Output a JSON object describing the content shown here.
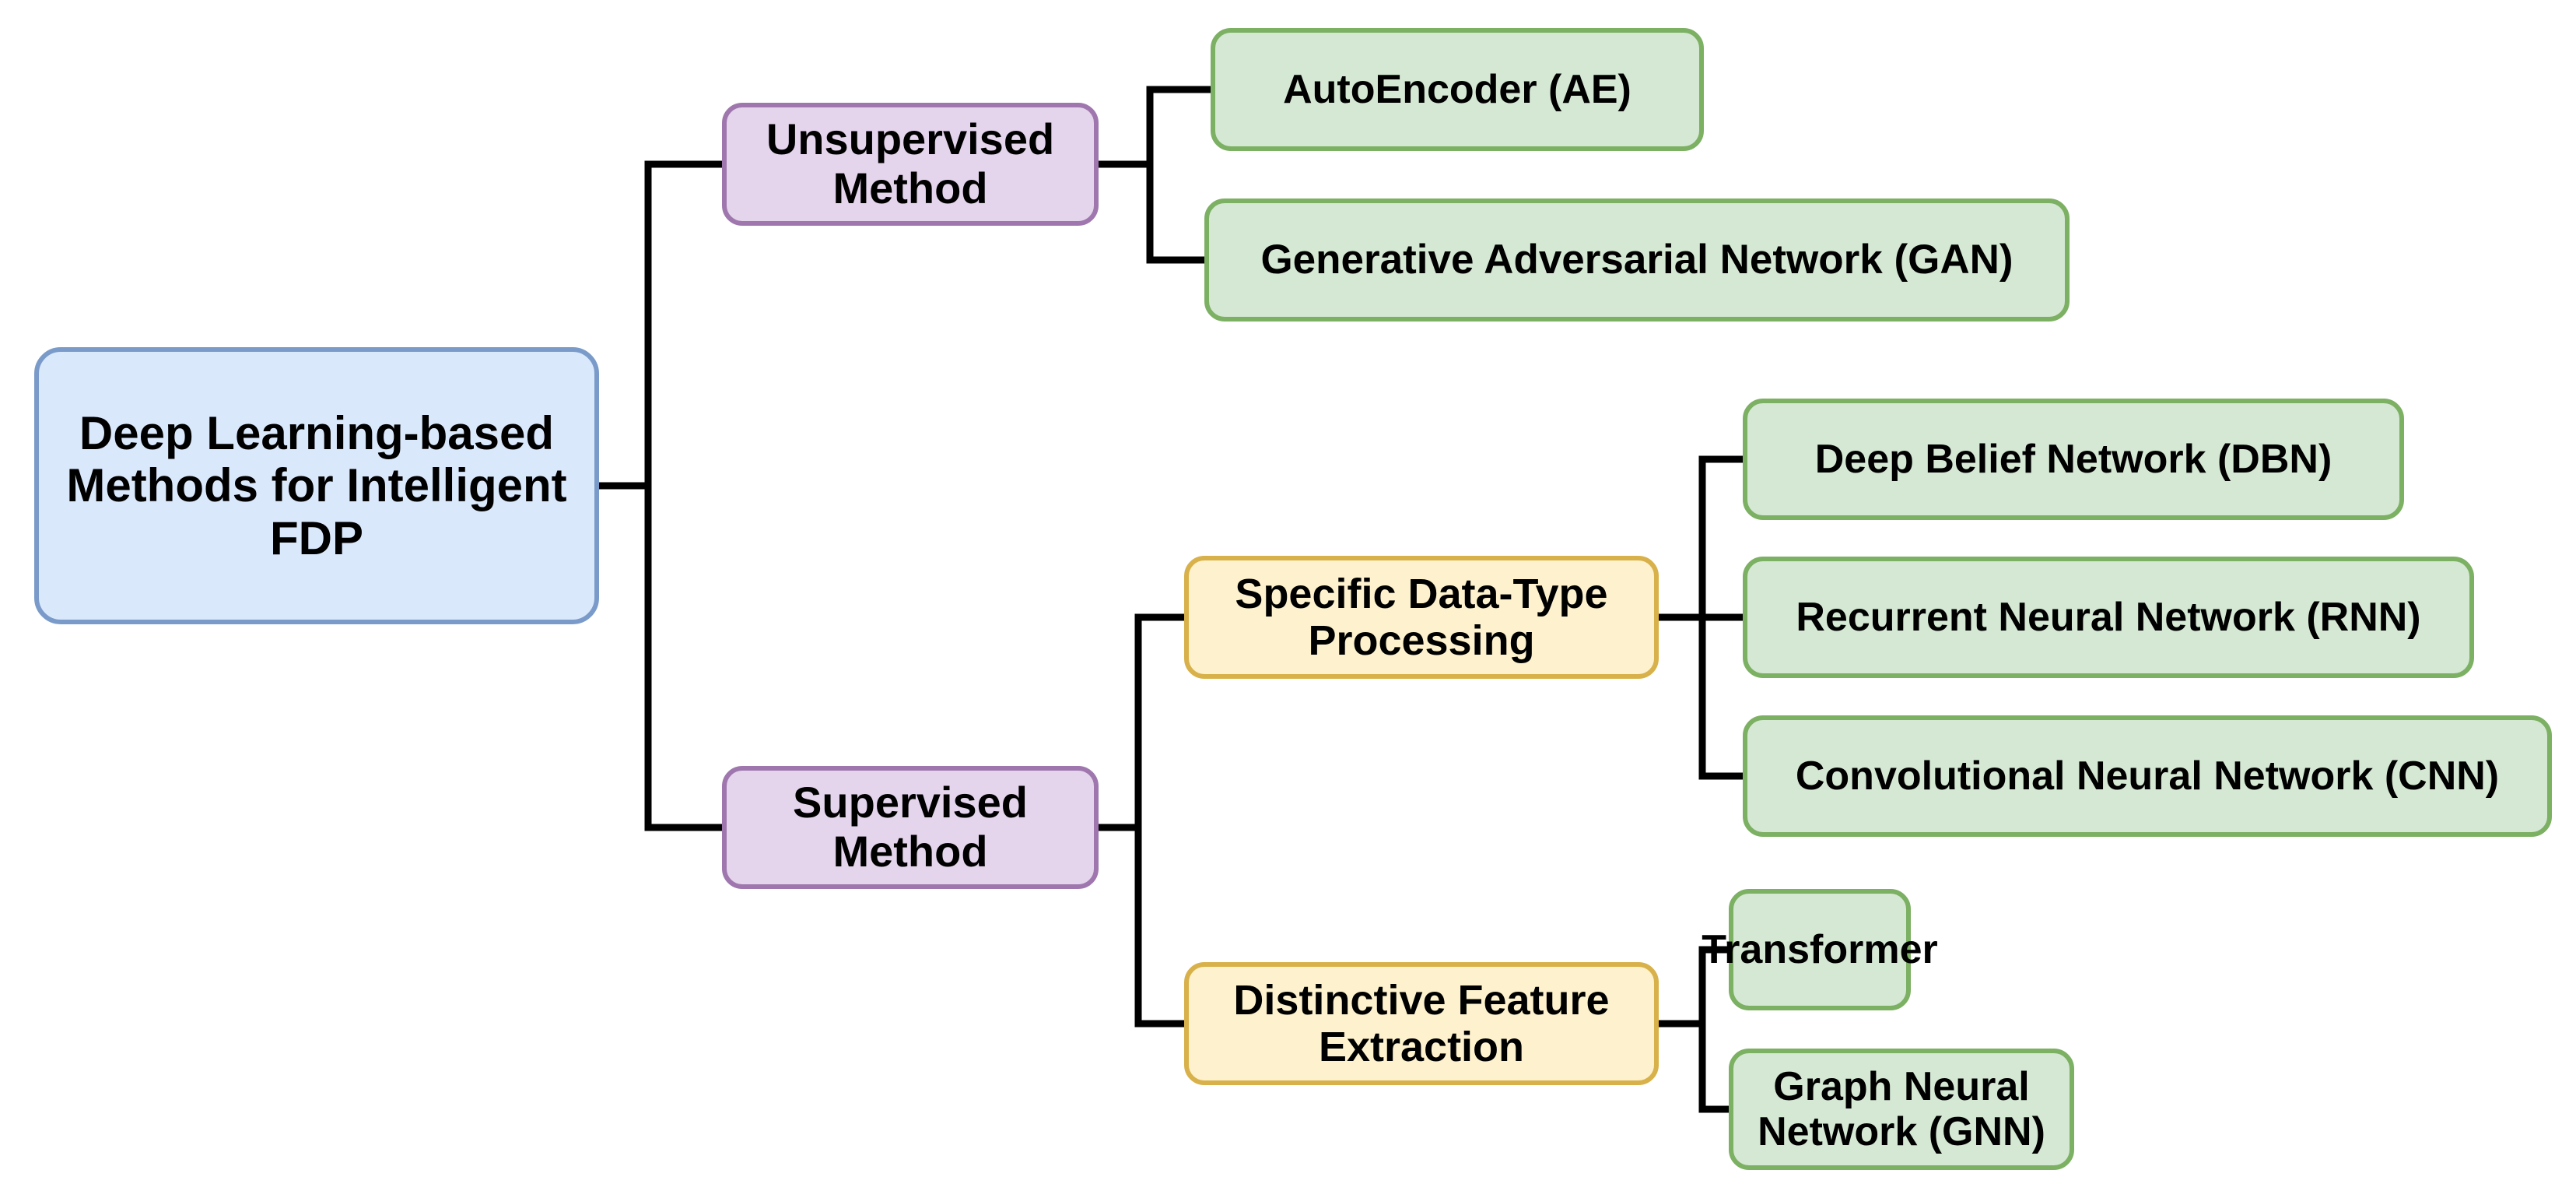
{
  "diagram": {
    "title": "Deep Learning-based Methods for Intelligent FDP",
    "colors": {
      "root_fill": "#dae8fc",
      "root_border": "#7a9bc9",
      "category_fill": "#e4d5ec",
      "category_border": "#9f77ae",
      "subcategory_fill": "#fdf2cd",
      "subcategory_border": "#d8b14a",
      "leaf_fill": "#d5e8d4",
      "leaf_border": "#7cb063",
      "connector": "#000000",
      "background": "#ffffff",
      "text": "#000000"
    },
    "root": {
      "label": "Deep Learning-based Methods for Intelligent FDP"
    },
    "categories": [
      {
        "id": "unsupervised",
        "label": "Unsupervised Method",
        "leaves": [
          {
            "id": "ae",
            "label": "AutoEncoder (AE)"
          },
          {
            "id": "gan",
            "label": "Generative Adversarial Network (GAN)"
          }
        ]
      },
      {
        "id": "supervised",
        "label": "Supervised Method",
        "subcategories": [
          {
            "id": "specific-data-type-processing",
            "label": "Specific Data-Type Processing",
            "leaves": [
              {
                "id": "dbn",
                "label": "Deep Belief Network (DBN)"
              },
              {
                "id": "rnn",
                "label": "Recurrent Neural Network (RNN)"
              },
              {
                "id": "cnn",
                "label": "Convolutional Neural Network (CNN)"
              }
            ]
          },
          {
            "id": "distinctive-feature-extraction",
            "label": "Distinctive Feature Extraction",
            "leaves": [
              {
                "id": "transformer",
                "label": "Transformer"
              },
              {
                "id": "gnn",
                "label": "Graph Neural Network (GNN)"
              }
            ]
          }
        ]
      }
    ]
  }
}
